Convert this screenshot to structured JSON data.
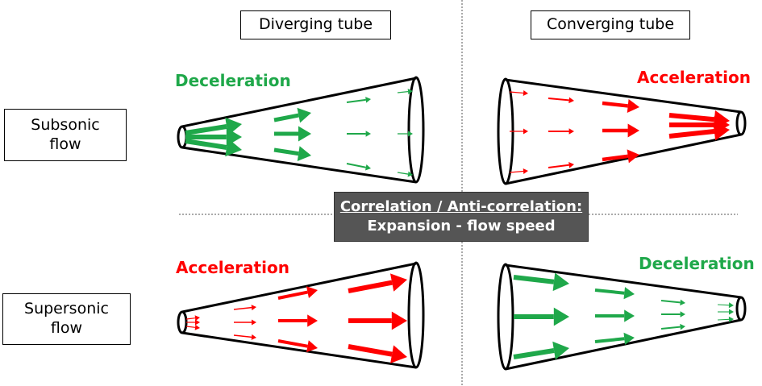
{
  "columns": {
    "diverging": "Diverging tube",
    "converging": "Converging tube"
  },
  "rows": {
    "subsonic": "Subsonic flow",
    "supersonic": "Supersonic flow"
  },
  "center": {
    "line1": "Correlation / Anti-correlation:",
    "line2": "Expansion - flow speed"
  },
  "labels": {
    "top_left": "Deceleration",
    "top_right": "Acceleration",
    "bottom_left": "Acceleration",
    "bottom_right": "Deceleration"
  },
  "colors": {
    "deceleration": "#1fa84a",
    "acceleration": "#ff0000",
    "center_bg": "#555555"
  }
}
